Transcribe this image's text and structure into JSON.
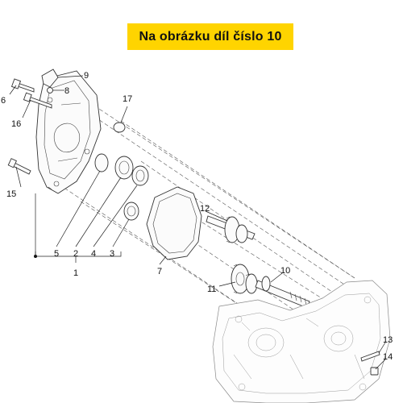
{
  "banner": {
    "text": "Na obrázku díl číslo 10",
    "background": "#ffd400"
  },
  "callouts": {
    "c1": "1",
    "c2": "2",
    "c3": "3",
    "c4": "4",
    "c5": "5",
    "c6": "6",
    "c7": "7",
    "c8": "8",
    "c9": "9",
    "c10": "10",
    "c11": "11",
    "c12": "12",
    "c13": "13",
    "c14": "14",
    "c15": "15",
    "c16": "16",
    "c17": "17"
  }
}
